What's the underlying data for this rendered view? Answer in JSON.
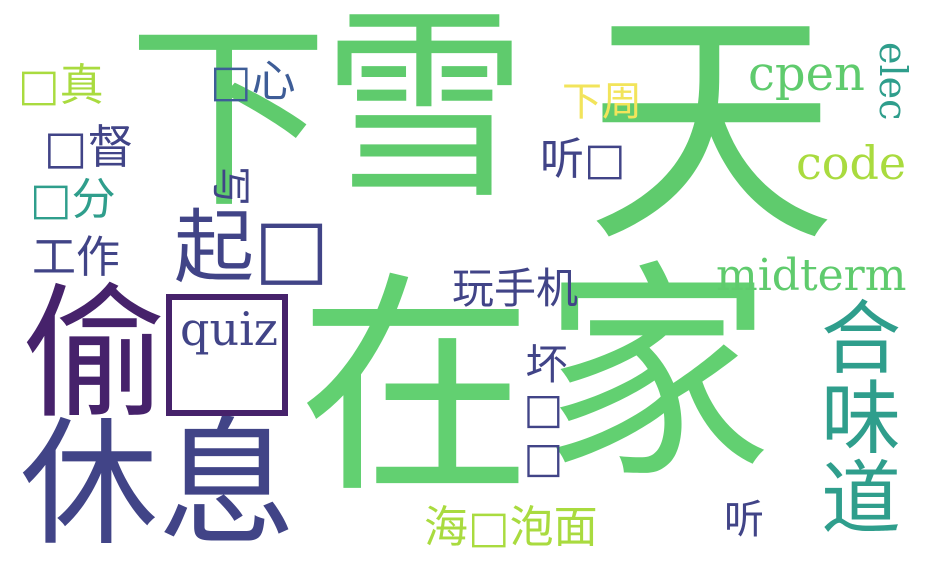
{
  "palette": {
    "green": "#5fcb6d",
    "bright_green": "#62d071",
    "yellow_green": "#a9db3f",
    "teal": "#2f9e8c",
    "blue": "#3e5d97",
    "indigo": "#414487",
    "purple": "#46226b",
    "yellow": "#f2e45b"
  },
  "words": {
    "xiaxue_xia": "下",
    "xiaxue_xue": "雪",
    "xiaxue_tian": "天",
    "zaijia_zai": "在",
    "zaijia_jia": "家",
    "tou": "偷",
    "xiuxi": "休息",
    "qi": "起□",
    "quiz": "quiz",
    "renzhen": "□真",
    "xin": "□心",
    "jiandu": "□督",
    "fen": "□分",
    "gongzuo": "工作",
    "xie": "写",
    "cpen": "cpen",
    "elec": "elec",
    "xiazhou": "下周",
    "ting_box": "听□",
    "code": "code",
    "wanshouji": "玩手机",
    "midterm": "midterm",
    "hewei": "合味道",
    "huai": "坏□□",
    "haixian": "海□泡面",
    "ting": "听"
  }
}
